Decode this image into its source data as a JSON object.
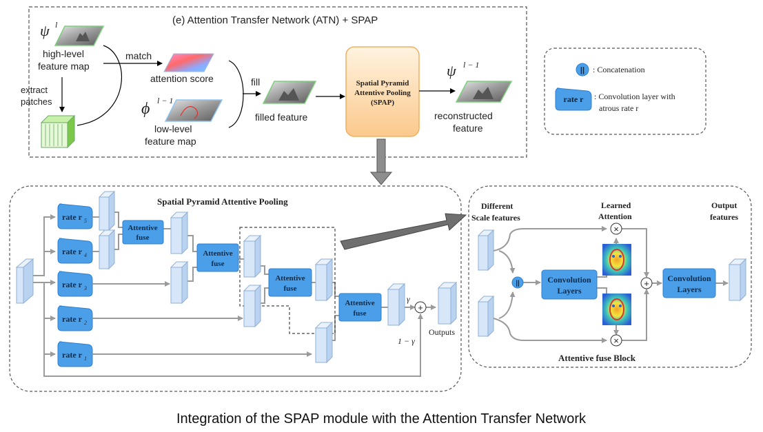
{
  "atn": {
    "title": "(e) Attention Transfer Network (ATN) + SPAP",
    "psi_l": "ψ",
    "psi_l_sup": "l",
    "high_level_line1": "high-level",
    "high_level_line2": "feature map",
    "match": "match",
    "attention_score": "attention score",
    "extract_line1": "extract",
    "extract_line2": "patches",
    "phi": "ϕ",
    "phi_sup": "l − 1",
    "low_level_line1": "low-level",
    "low_level_line2": "feature map",
    "fill": "fill",
    "filled_feature": "filled feature",
    "spap_line1": "Spatial Pyramid",
    "spap_line2": "Attentive Pooling",
    "spap_line3": "(SPAP)",
    "psi_out": "ψ",
    "psi_out_sup": "l − 1",
    "reconstructed_line1": "reconstructed",
    "reconstructed_line2": "feature"
  },
  "legend": {
    "concat_symbol": "||",
    "concat_label": ": Concatenation",
    "rate_label": "rate r",
    "conv_line1": ": Convolution layer with",
    "conv_line2": "atrous rate r"
  },
  "spap": {
    "title": "Spatial Pyramid Attentive Pooling",
    "rates": [
      {
        "label": "rate r",
        "sub": "5"
      },
      {
        "label": "rate r",
        "sub": "4"
      },
      {
        "label": "rate r",
        "sub": "3"
      },
      {
        "label": "rate r",
        "sub": "2"
      },
      {
        "label": "rate r",
        "sub": "1"
      }
    ],
    "fuse_line1": "Attentive",
    "fuse_line2": "fuse",
    "gamma": "γ",
    "one_minus_gamma": "1 − γ",
    "plus": "+",
    "outputs": "Outputs"
  },
  "fuse_block": {
    "title": "Attentive fuse Block",
    "different_line1": "Different",
    "different_line2": "Scale features",
    "learned_line1": "Learned",
    "learned_line2": "Attention",
    "output_line1": "Output",
    "output_line2": "features",
    "concat_symbol": "||",
    "conv_line1": "Convolution",
    "conv_line2": "Layers",
    "times": "×",
    "plus": "+"
  },
  "caption": "Integration of the  SPAP module with the Attention Transfer Network",
  "colors": {
    "blue_box": "#4b9fe8",
    "blue_box_border": "#2f7fcf",
    "feature_block": "#d7e6f8",
    "spap_box": "#fcdcb5",
    "spap_border": "#f0b060",
    "arrow_gray": "#a9a9a9",
    "arrow_dark": "#666666"
  }
}
